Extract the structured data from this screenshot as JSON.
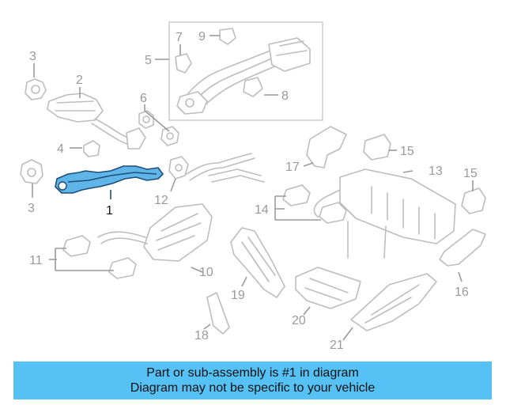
{
  "colors": {
    "background": "#ffffff",
    "part_outline": "#bdbdbd",
    "label_gray": "#9a9a9a",
    "highlight_fill": "#5fb4e8",
    "highlight_outline": "#1f4e79",
    "banner_bg": "#55c1f4"
  },
  "labels": {
    "n1": "1",
    "n2": "2",
    "n3a": "3",
    "n3b": "3",
    "n4": "4",
    "n5": "5",
    "n6": "6",
    "n7": "7",
    "n8": "8",
    "n9": "9",
    "n10": "10",
    "n11": "11",
    "n12": "12",
    "n13": "13",
    "n14": "14",
    "n15a": "15",
    "n15b": "15",
    "n16": "16",
    "n17": "17",
    "n18": "18",
    "n19": "19",
    "n20": "20",
    "n21": "21"
  },
  "highlighted_part": "1",
  "banner": {
    "line1": "Part or sub-assembly is #1 in diagram",
    "line2": "Diagram may not be specific to your vehicle"
  }
}
